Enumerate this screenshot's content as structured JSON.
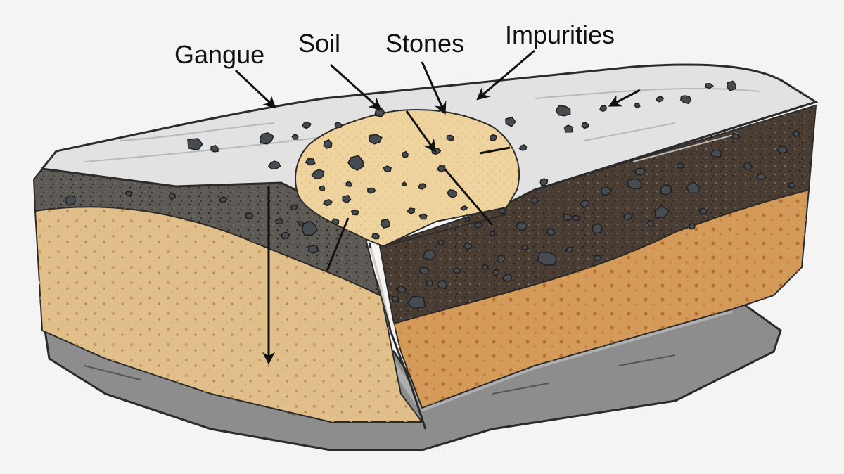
{
  "labels": {
    "gangue": "Gangue",
    "soil": "Soil",
    "stones": "Stones",
    "impurities": "Impurities"
  },
  "colors": {
    "background": "#f4f4f4",
    "rock_top": "#e2e2e2",
    "rock_base": "#8d8d8d",
    "dark_soil": "#4a3d33",
    "gray_soil": "#5e5a55",
    "sand": "#e0bf8a",
    "orange_sand": "#d39a5a",
    "soil_patch": "#efd39e",
    "stone": "#474c52",
    "outline": "#2b2b2b"
  }
}
